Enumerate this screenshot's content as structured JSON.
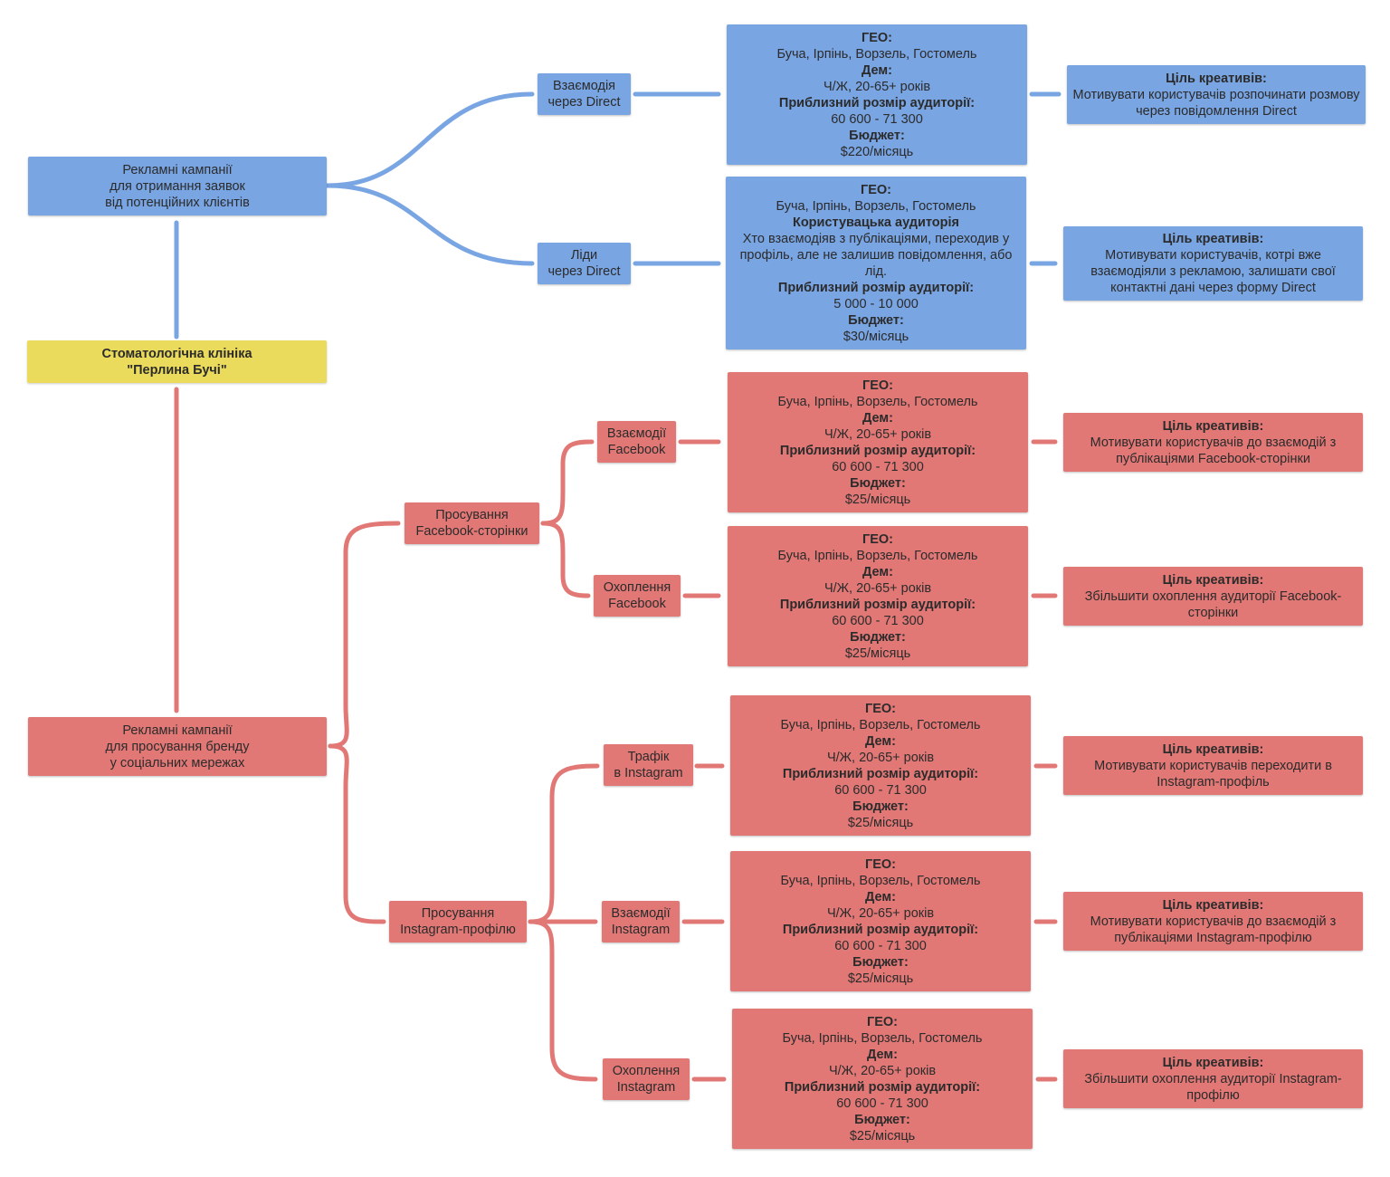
{
  "root": {
    "line1": "Стоматологічна клініка",
    "line2": "\"Перлина Бучі\""
  },
  "leads_campaign": {
    "title": [
      "Рекламні кампанії",
      "для отримання заявок",
      "від потенційних клієнтів"
    ],
    "branches": [
      {
        "label": [
          "Взаємодія",
          "через Direct"
        ],
        "details": {
          "geo_label": "ГЕО:",
          "geo": "Буча, Ірпінь, Ворзель, Гостомель",
          "dem_label": "Дем:",
          "dem": "Ч/Ж, 20-65+ років",
          "size_label": "Приблизний розмір аудиторії:",
          "size": "60 600 - 71 300",
          "budget_label": "Бюджет:",
          "budget": "$220/місяць"
        },
        "goal": {
          "label": "Ціль креативів:",
          "text": "Мотивувати користувачів розпочинати розмову через повідомлення Direct"
        }
      },
      {
        "label": [
          "Ліди",
          "через Direct"
        ],
        "details": {
          "geo_label": "ГЕО:",
          "geo": "Буча, Ірпінь, Ворзель, Гостомель",
          "aud_label": "Користувацька аудиторія",
          "aud": "Хто взаємодіяв з публікаціями, переходив у профіль, але не залишив повідомлення, або лід.",
          "size_label": "Приблизний розмір аудиторії:",
          "size": "5 000 - 10 000",
          "budget_label": "Бюджет:",
          "budget": "$30/місяць"
        },
        "goal": {
          "label": "Ціль креативів:",
          "text": "Мотивувати користувачів, котрі вже взаємодіяли з рекламою, залишати свої контактні дані через форму Direct"
        }
      }
    ]
  },
  "brand_campaign": {
    "title": [
      "Рекламні кампанії",
      "для просування бренду",
      "у соціальних мережах"
    ],
    "facebook": {
      "label": [
        "Просування",
        "Facebook-сторінки"
      ],
      "branches": [
        {
          "label": [
            "Взаємодії",
            "Facebook"
          ],
          "details": {
            "geo_label": "ГЕО:",
            "geo": "Буча, Ірпінь, Ворзель, Гостомель",
            "dem_label": "Дем:",
            "dem": "Ч/Ж, 20-65+ років",
            "size_label": "Приблизний розмір аудиторії:",
            "size": "60 600 - 71 300",
            "budget_label": "Бюджет:",
            "budget": "$25/місяць"
          },
          "goal": {
            "label": "Ціль креативів:",
            "text": "Мотивувати користувачів до взаємодій з публікаціями Facebook-сторінки"
          }
        },
        {
          "label": [
            "Охоплення",
            "Facebook"
          ],
          "details": {
            "geo_label": "ГЕО:",
            "geo": "Буча, Ірпінь, Ворзель, Гостомель",
            "dem_label": "Дем:",
            "dem": "Ч/Ж, 20-65+ років",
            "size_label": "Приблизний розмір аудиторії:",
            "size": "60 600 - 71 300",
            "budget_label": "Бюджет:",
            "budget": "$25/місяць"
          },
          "goal": {
            "label": "Ціль креативів:",
            "text": "Збільшити охоплення аудиторії Facebook-сторінки"
          }
        }
      ]
    },
    "instagram": {
      "label": [
        "Просування",
        "Instagram-профілю"
      ],
      "branches": [
        {
          "label": [
            "Трафік",
            "в Instagram"
          ],
          "details": {
            "geo_label": "ГЕО:",
            "geo": "Буча, Ірпінь, Ворзель, Гостомель",
            "dem_label": "Дем:",
            "dem": "Ч/Ж, 20-65+ років",
            "size_label": "Приблизний розмір аудиторії:",
            "size": "60 600 - 71 300",
            "budget_label": "Бюджет:",
            "budget": "$25/місяць"
          },
          "goal": {
            "label": "Ціль креативів:",
            "text": "Мотивувати користувачів переходити в Instagram-профіль"
          }
        },
        {
          "label": [
            "Взаємодії",
            "Instagram"
          ],
          "details": {
            "geo_label": "ГЕО:",
            "geo": "Буча, Ірпінь, Ворзель, Гостомель",
            "dem_label": "Дем:",
            "dem": "Ч/Ж, 20-65+ років",
            "size_label": "Приблизний розмір аудиторії:",
            "size": "60 600 - 71 300",
            "budget_label": "Бюджет:",
            "budget": "$25/місяць"
          },
          "goal": {
            "label": "Ціль креативів:",
            "text": "Мотивувати користувачів до взаємодій з публікаціями Instagram-профілю"
          }
        },
        {
          "label": [
            "Охоплення",
            "Instagram"
          ],
          "details": {
            "geo_label": "ГЕО:",
            "geo": "Буча, Ірпінь, Ворзель, Гостомель",
            "dem_label": "Дем:",
            "dem": "Ч/Ж, 20-65+ років",
            "size_label": "Приблизний розмір аудиторії:",
            "size": "60 600 - 71 300",
            "budget_label": "Бюджет:",
            "budget": "$25/місяць"
          },
          "goal": {
            "label": "Ціль креативів:",
            "text": "Збільшити охоплення аудиторії Instagram-профілю"
          }
        }
      ]
    }
  },
  "colors": {
    "blue": "#79a5e3",
    "red": "#e27876",
    "yellow": "#ebdb5c"
  }
}
